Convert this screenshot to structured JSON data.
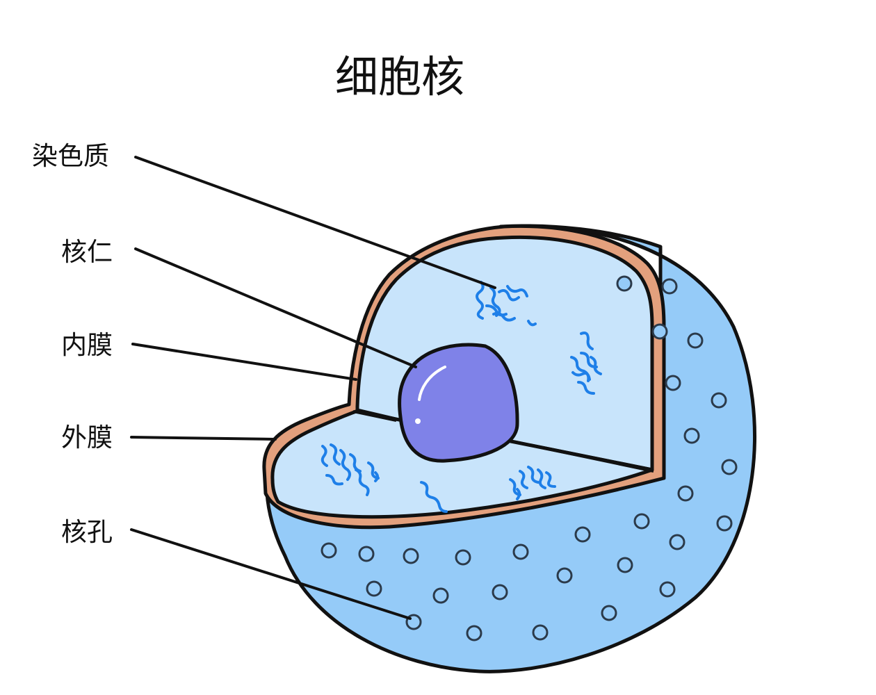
{
  "title": "细胞核",
  "labels": {
    "chromatin": "染色质",
    "nucleolus": "核仁",
    "inner_membrane": "内膜",
    "outer_membrane": "外膜",
    "nuclear_pore": "核孔"
  },
  "colors": {
    "outer_surface": "#95cbf8",
    "interior": "#c8e4fb",
    "membrane": "#e3a07d",
    "nucleolus": "#7f82e8",
    "chromatin": "#1e7fe8",
    "outline": "#111111"
  }
}
